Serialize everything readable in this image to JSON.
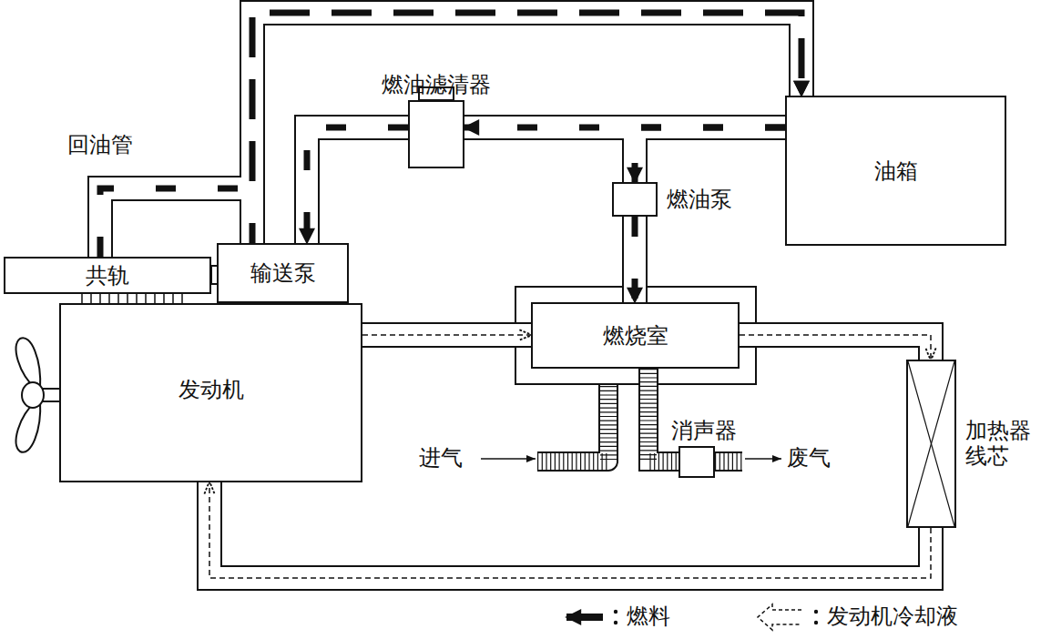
{
  "diagram": {
    "nodes": [
      {
        "text": [
          "燃油滤清器"
        ]
      },
      {
        "text": [
          "燃油泵"
        ]
      },
      {
        "text": [
          "油箱"
        ]
      },
      {
        "text": [
          "共轨"
        ]
      },
      {
        "text": [
          "输送泵"
        ]
      },
      {
        "text": [
          "燃烧室"
        ]
      },
      {
        "text": [
          "发动机"
        ]
      },
      {
        "text": [
          "消声器"
        ]
      },
      {
        "text": [
          "加热器线芯"
        ]
      }
    ],
    "edges": [
      {
        "from": 2,
        "to": 0,
        "arrow": "to"
      },
      {
        "from": 2,
        "to": 1,
        "arrow": "to"
      },
      {
        "from": 0,
        "to": 4,
        "arrow": "to"
      },
      {
        "from": 1,
        "to": 5,
        "arrow": "to"
      },
      {
        "from": 3,
        "to": 2,
        "arrow": "to"
      },
      {
        "from": 4,
        "to": 2,
        "arrow": "to"
      },
      {
        "from": 6,
        "to": 5,
        "arrow": "to"
      },
      {
        "from": 5,
        "to": 8,
        "arrow": "to"
      },
      {
        "from": 8,
        "to": 6,
        "arrow": "to"
      },
      {
        "from": 5,
        "to": 7,
        "arrow": "none"
      }
    ],
    "labels": [
      "回油管",
      "进气",
      "废气"
    ],
    "legend": [
      {
        "text": "燃料"
      },
      {
        "text": "发动机冷却液"
      }
    ]
  }
}
